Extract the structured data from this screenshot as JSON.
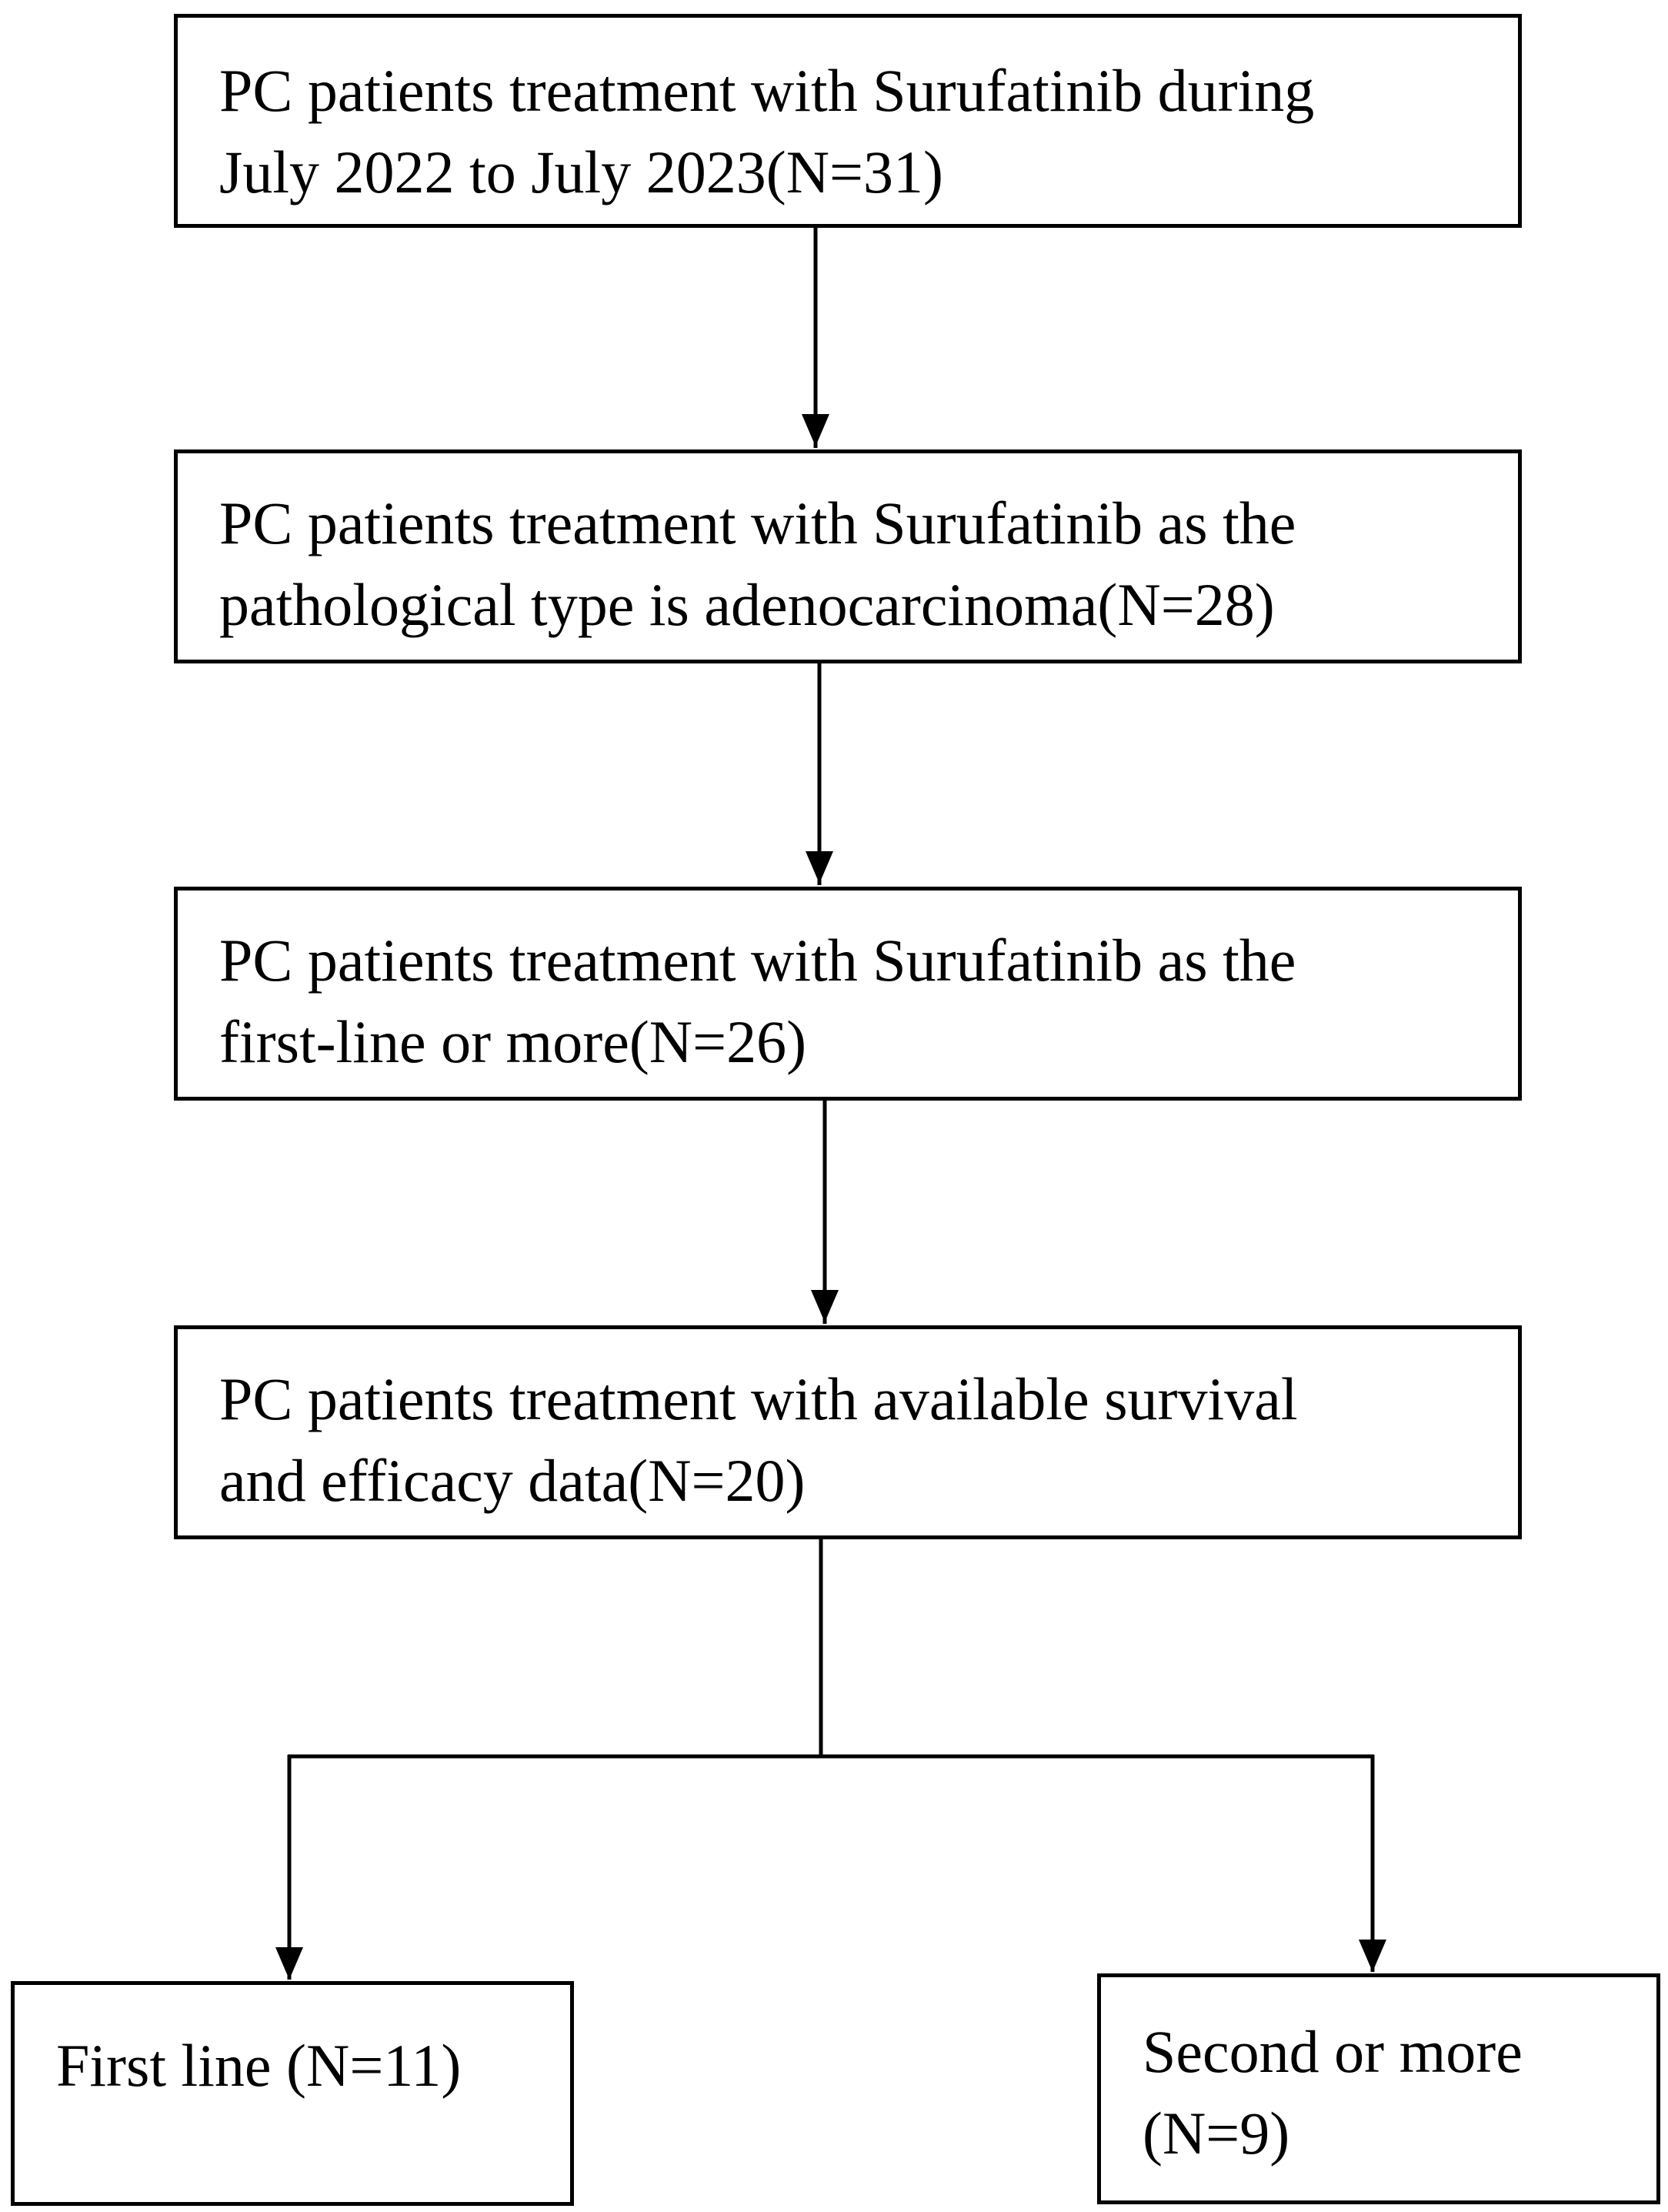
{
  "flowchart": {
    "steps": [
      {
        "line1": "PC patients treatment with Surufatinib during",
        "line2": "July 2022 to July 2023(N=31)"
      },
      {
        "line1": "PC patients treatment with Surufatinib as the",
        "line2": "pathological type is adenocarcinoma(N=28)"
      },
      {
        "line1": "PC patients treatment with Surufatinib as the",
        "line2": "first-line or more(N=26)"
      },
      {
        "line1": "PC patients treatment with available survival",
        "line2": "and efficacy data(N=20)"
      }
    ],
    "branches": {
      "left": {
        "line1": "First line (N=11)"
      },
      "right": {
        "line1": "Second or more",
        "line2": "(N=9)"
      }
    }
  }
}
